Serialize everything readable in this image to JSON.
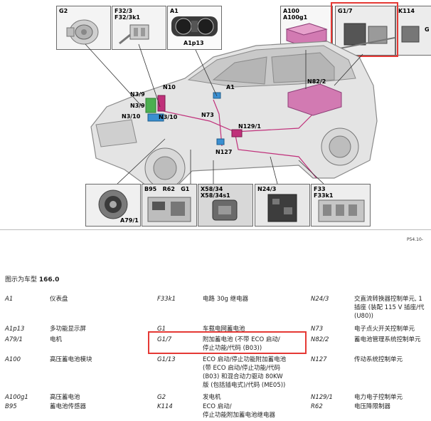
{
  "thumbnails": {
    "g2": "G2",
    "f32": "F32/3\nF32/3k1",
    "a1": "A1",
    "a1p13": "A1p13",
    "a100": "A100\nA100g1",
    "g17": "G1/7",
    "k114": "K114",
    "g1x": "G",
    "a79": "A79/1",
    "b95": "B95   R62   G1",
    "x58": "X58/34\nX58/34s1",
    "n24": "N24/3",
    "f33": "F33\nF33k1"
  },
  "callouts": {
    "n10": "N10",
    "a1": "A1",
    "n82": "N82/2",
    "n39": "N3/9",
    "n39b": "N3/9",
    "n310": "N3/10",
    "n310b": "N3/10",
    "n73": "N73",
    "n1291": "N129/1",
    "n127": "N127"
  },
  "figure_id": "P54.10-",
  "caption_prefix": "图示为车型 ",
  "caption_model": "166.0",
  "legend": [
    [
      "A1",
      "仪表盘",
      "F33k1",
      "电路 30g 继电器",
      "N24/3",
      "交直流转换器控制单元, 1\n插座 (装配 115 V 插座/代\n(U80))"
    ],
    [
      "A1p13",
      "多功能显示屏",
      "G1",
      "车载电网蓄电池",
      "N73",
      "电子点火开关控制单元"
    ],
    [
      "A79/1",
      "电机",
      "G1/7",
      "附加蓄电池 (不带 ECO 启动/\n停止功能/代码 (B03))",
      "N82/2",
      "蓄电池管理系统控制单元"
    ],
    [
      "A100",
      "高压蓄电池模块",
      "G1/13",
      "ECO 启动/停止功能附加蓄电池\n(带 ECO 启动/停止功能/代码\n(B03) 和混合动力驱动 80KW\n版 (包括插电式)/代码 (ME05))",
      "N127",
      "传动系统控制单元"
    ],
    [
      "A100g1",
      "高压蓄电池",
      "G2",
      "发电机",
      "N129/1",
      "电力电子控制单元"
    ],
    [
      "B95",
      "蓄电池传感器",
      "K114",
      "ECO 启动/\n停止功能附加蓄电池继电器",
      "R62",
      "电压降限制器"
    ]
  ]
}
